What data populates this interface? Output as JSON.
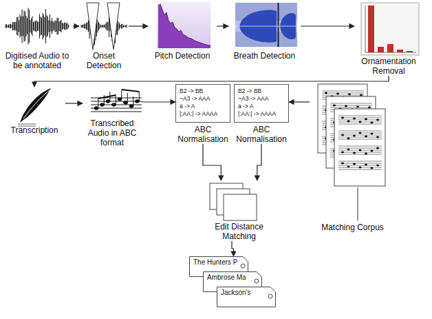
{
  "diagram": {
    "nodes": [
      {
        "text": [
          "Digitised Audio to be annotated"
        ]
      },
      {
        "text": [
          "Onset Detection"
        ]
      },
      {
        "text": [
          "Pitch Detection"
        ]
      },
      {
        "text": [
          "Breath Detection"
        ]
      },
      {
        "text": [
          "Ornamentation Removal"
        ]
      },
      {
        "text": [
          "Transcription"
        ]
      },
      {
        "text": [
          "Transcribed Audio in ABC format"
        ]
      },
      {
        "text": [
          "B2 -> BB",
          "~A3 -> AAA",
          "a -> A",
          "|:AA:| -> AAAA",
          "ABC Normalisation"
        ]
      },
      {
        "text": [
          "B2 -> BB",
          "~A3 -> AAA",
          "a -> A",
          "|:AA:| -> AAAA",
          "ABC Normalisation"
        ]
      },
      {
        "text": [
          "Matching Corpus"
        ]
      },
      {
        "text": [
          "Edit Distance Matching"
        ]
      },
      {
        "text": [
          "The Hunters P"
        ]
      },
      {
        "text": [
          "Ambrose Ma"
        ]
      },
      {
        "text": [
          "Jackson's"
        ]
      }
    ],
    "edges": [
      {
        "from": 0,
        "to": 1,
        "arrow": "to"
      },
      {
        "from": 1,
        "to": 2,
        "arrow": "to"
      },
      {
        "from": 2,
        "to": 3,
        "arrow": "to"
      },
      {
        "from": 3,
        "to": 4,
        "arrow": "to"
      },
      {
        "from": 4,
        "to": 5,
        "arrow": "to"
      },
      {
        "from": 5,
        "to": 6,
        "arrow": "to"
      },
      {
        "from": 6,
        "to": 7,
        "arrow": "to"
      },
      {
        "from": 9,
        "to": 8,
        "arrow": "to"
      },
      {
        "from": 7,
        "to": 10,
        "arrow": "to"
      },
      {
        "from": 8,
        "to": 10,
        "arrow": "to"
      },
      {
        "from": 10,
        "to": 11,
        "arrow": "to"
      }
    ]
  }
}
